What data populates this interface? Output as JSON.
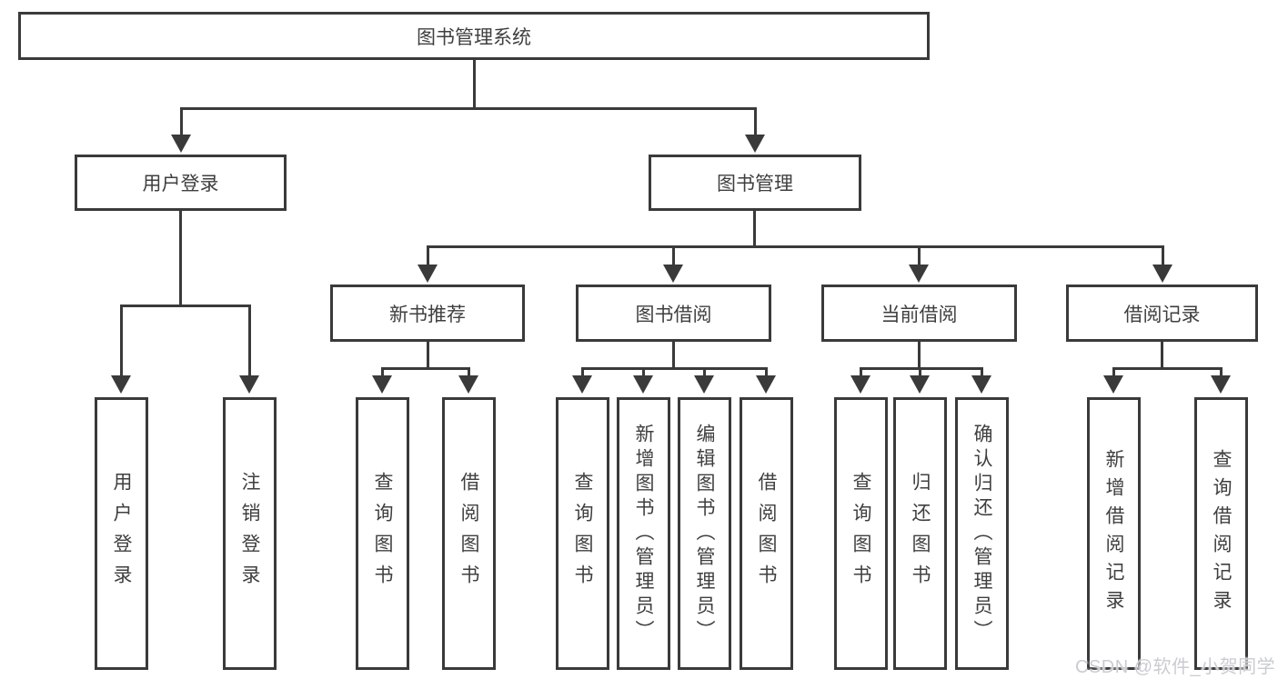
{
  "diagram": {
    "root": "图书管理系统",
    "level2": {
      "user_login": "用户登录",
      "book_management": "图书管理"
    },
    "level3": {
      "new_book_recommend": "新书推荐",
      "book_borrowing": "图书借阅",
      "current_borrowing": "当前借阅",
      "borrowing_records": "借阅记录"
    },
    "leaves": {
      "user_login_children": {
        "login": "用户登录",
        "logout": "注销登录"
      },
      "new_book_recommend_children": {
        "query_books": "查询图书",
        "borrow_books": "借阅图书"
      },
      "book_borrowing_children": {
        "query_books": "查询图书",
        "add_books_admin": "新增图书（管理员）",
        "edit_books_admin": "编辑图书（管理员）",
        "borrow_books": "借阅图书"
      },
      "current_borrowing_children": {
        "query_books": "查询图书",
        "return_books": "归还图书",
        "confirm_return_admin": "确认归还（管理员）"
      },
      "borrowing_records_children": {
        "add_record": "新增借阅记录",
        "query_record": "查询借阅记录"
      }
    }
  },
  "watermark": {
    "text": "CSDN @软件_小贺同学"
  },
  "colors": {
    "line": "#3a3a3a",
    "text": "#3f3f3f",
    "background": "#ffffff",
    "watermark": "#c9ccd1"
  }
}
